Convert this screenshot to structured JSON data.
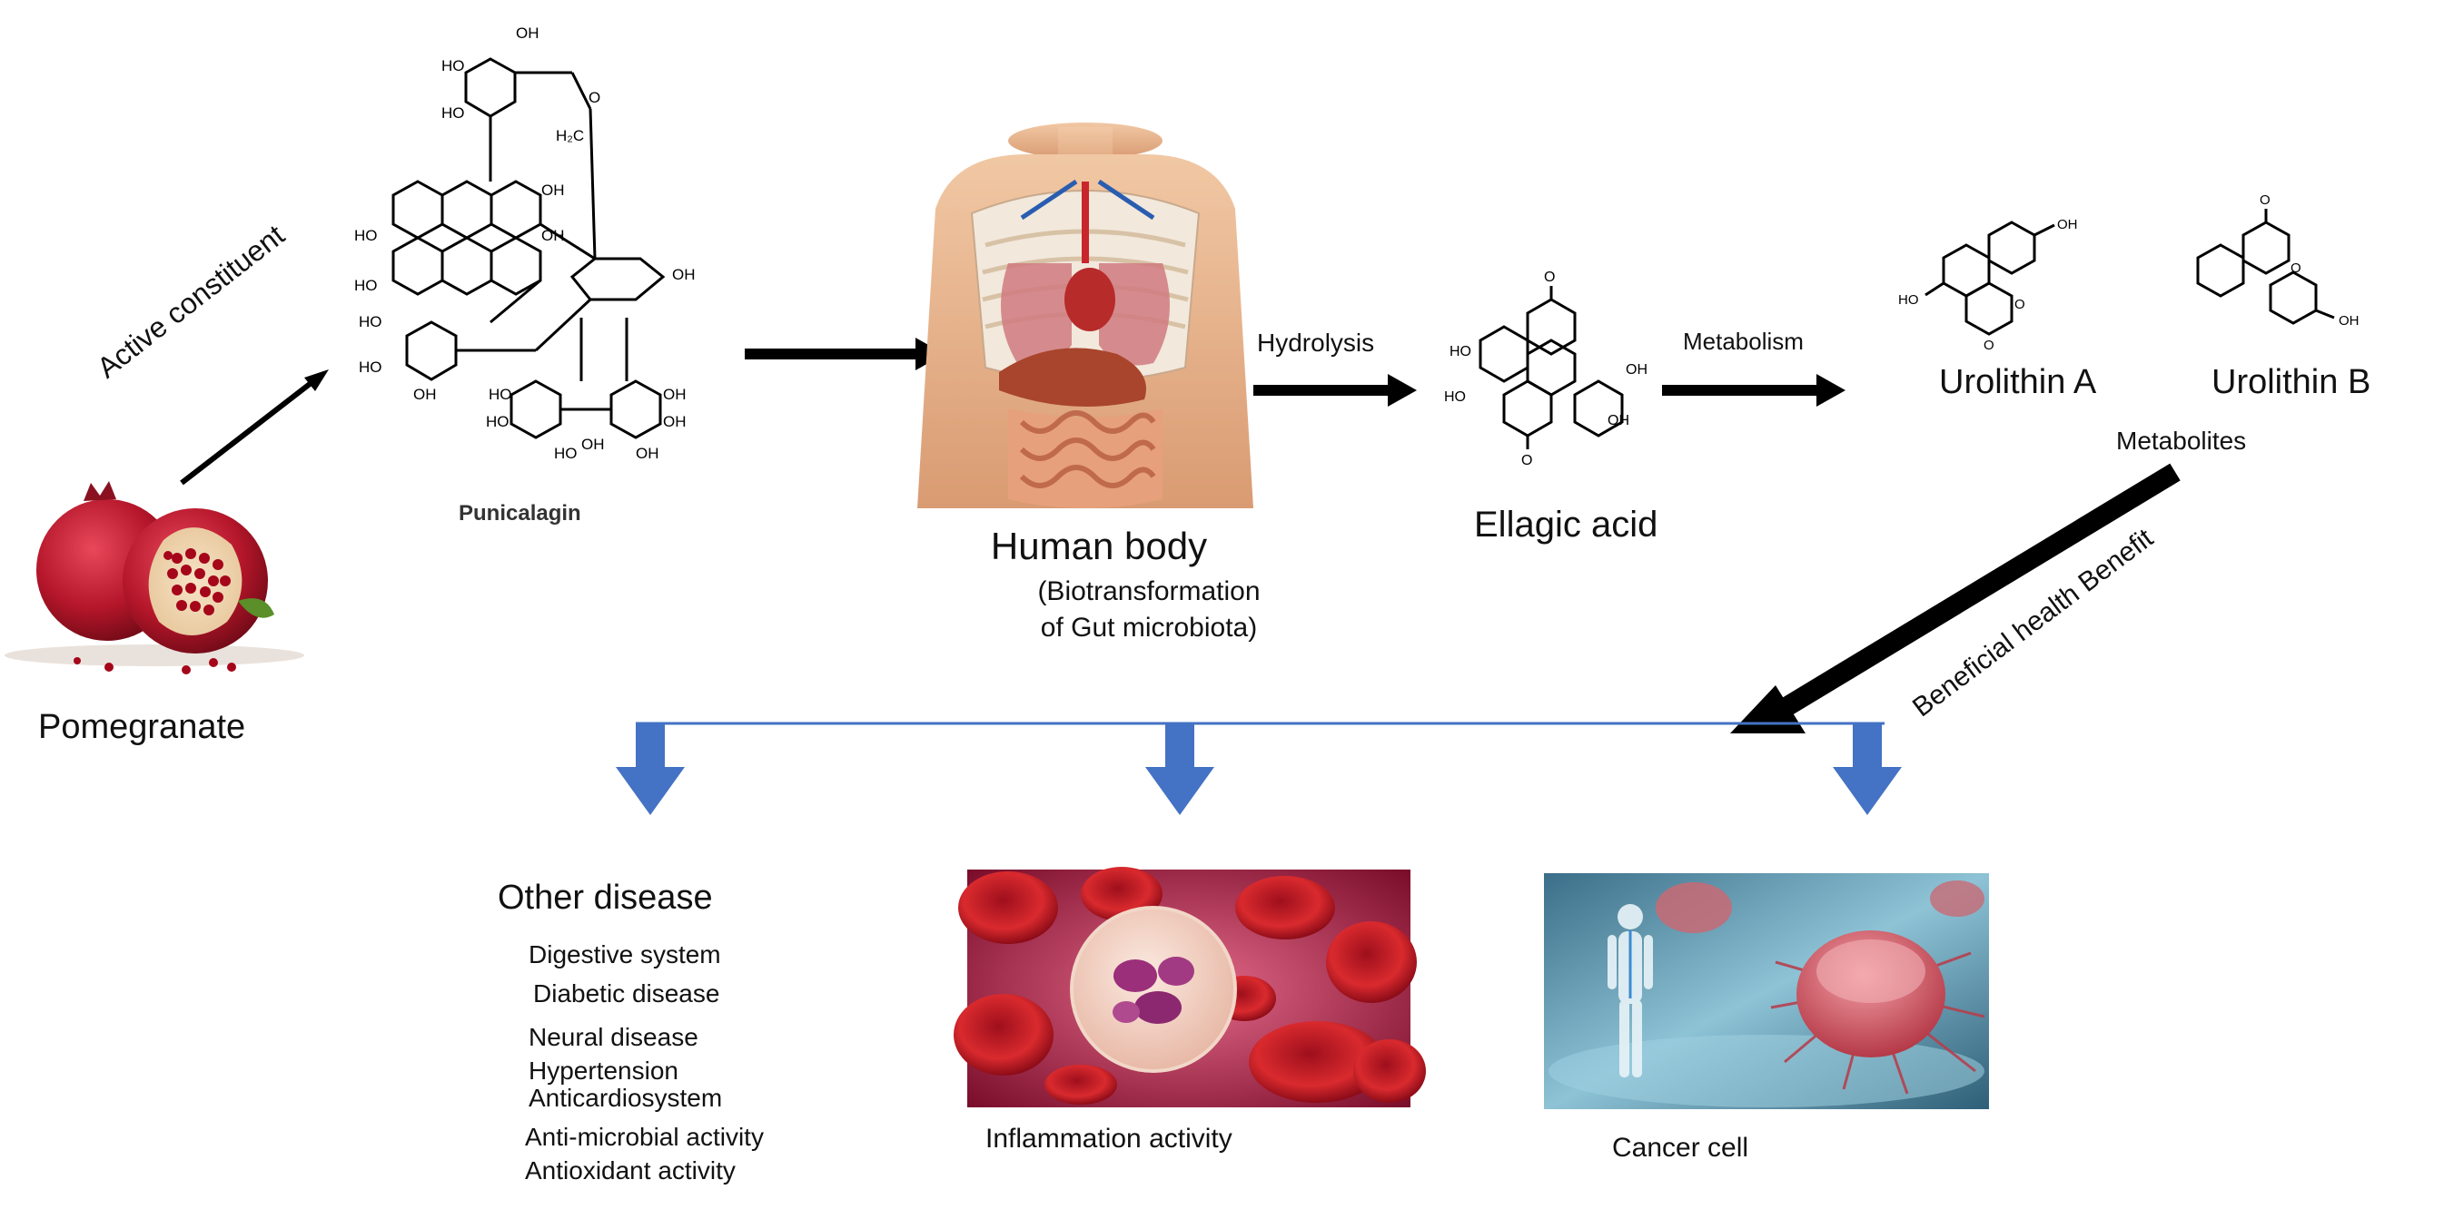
{
  "nodes": {
    "pomegranate": "Pomegranate",
    "punicalagin": "Punicalagin",
    "human_body": "Human body",
    "biotransformation": [
      "(Biotransformation",
      "of Gut microbiota)"
    ],
    "ellagic_acid": "Ellagic acid",
    "urolithin_a": "Urolithin A",
    "urolithin_b": "Urolithin B",
    "metabolites": "Metabolites",
    "other_disease": "Other disease",
    "inflammation": "Inflammation activity",
    "cancer": "Cancer cell"
  },
  "edges": {
    "active_constituent": "Active constituent",
    "hydrolysis": "Hydrolysis",
    "metabolism": "Metabolism",
    "beneficial": "Beneficial health Benefit"
  },
  "other_disease_items": [
    "Digestive system",
    "Diabetic disease",
    "Neural disease",
    "Hypertension",
    "Anticardiosystem",
    "Anti-microbial activity",
    "Antioxidant  activity"
  ],
  "chemistry": {
    "oh": "OH",
    "ho": "HO",
    "o": "O",
    "ch2": "H₂C"
  },
  "colors": {
    "arrow_black": "#000000",
    "arrow_blue": "#4472c4",
    "line_blue": "#4472c4"
  }
}
